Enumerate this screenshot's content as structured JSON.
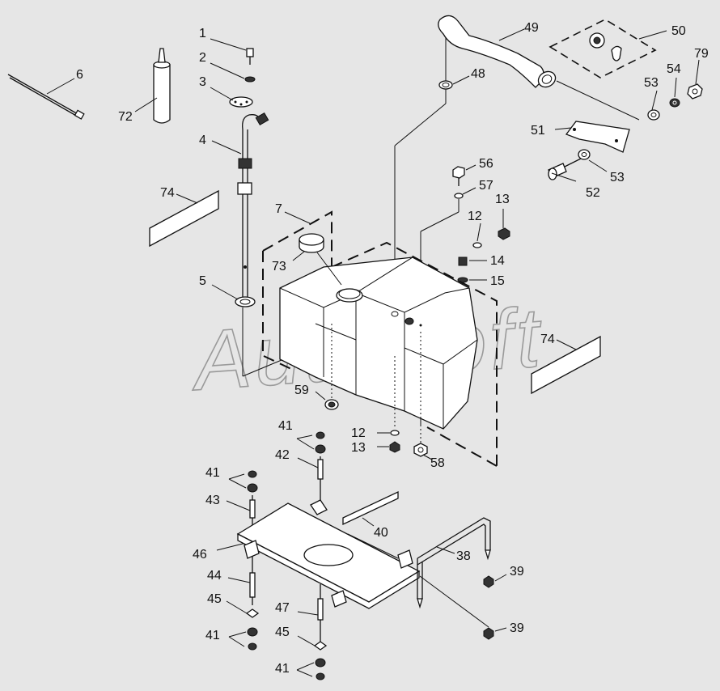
{
  "watermark": "AutoSoft",
  "callouts": {
    "c1": "1",
    "c2": "2",
    "c3": "3",
    "c4": "4",
    "c5": "5",
    "c6": "6",
    "c7": "7",
    "c12a": "12",
    "c12b": "12",
    "c13a": "13",
    "c13b": "13",
    "c14": "14",
    "c15": "15",
    "c38": "38",
    "c39a": "39",
    "c39b": "39",
    "c40": "40",
    "c41a": "41",
    "c41b": "41",
    "c41c": "41",
    "c41d": "41",
    "c42": "42",
    "c43": "43",
    "c44": "44",
    "c45a": "45",
    "c45b": "45",
    "c46": "46",
    "c47": "47",
    "c48": "48",
    "c49": "49",
    "c50": "50",
    "c51": "51",
    "c52": "52",
    "c53a": "53",
    "c53b": "53",
    "c54": "54",
    "c56": "56",
    "c57": "57",
    "c58": "58",
    "c59": "59",
    "c72": "72",
    "c73": "73",
    "c74a": "74",
    "c74b": "74",
    "c79": "79"
  }
}
